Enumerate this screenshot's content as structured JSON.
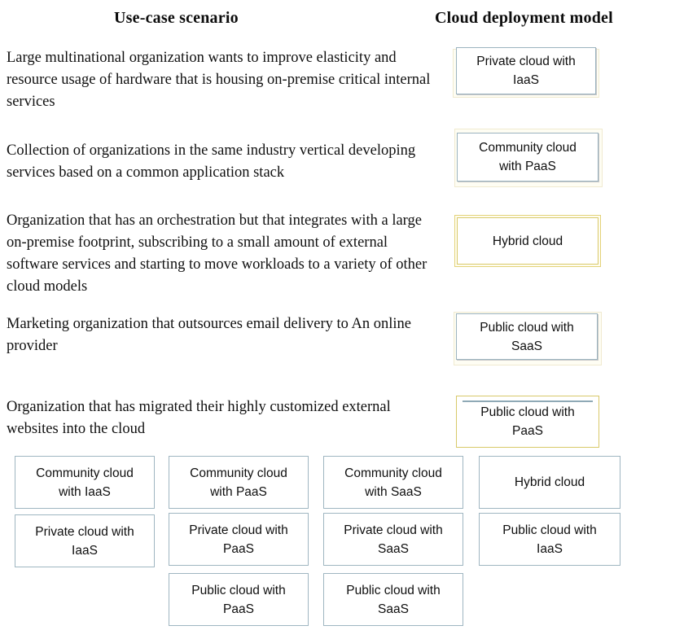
{
  "headers": {
    "left": "Use-case scenario",
    "right": "Cloud deployment model"
  },
  "pairs": [
    {
      "scenario": "Large multinational organization wants to improve elasticity and resource usage of hardware that is housing on-premise critical internal services",
      "answer_line1": "Private cloud with",
      "answer_line2": "IaaS",
      "answer_full": "Private cloud with IaaS"
    },
    {
      "scenario": "Collection of organizations in the same industry vertical developing services based on a common application stack",
      "answer_line1": "Community cloud",
      "answer_line2": "with PaaS",
      "answer_full": "Community cloud with PaaS"
    },
    {
      "scenario": "Organization that has an orchestration but that integrates with a large on-premise footprint, subscribing to a small amount of external software services and starting to move workloads to a variety of other cloud models",
      "answer_line1": "Hybrid cloud",
      "answer_line2": "",
      "answer_full": "Hybrid cloud"
    },
    {
      "scenario": "Marketing organization that outsources email delivery to An online provider",
      "answer_line1": "Public cloud with",
      "answer_line2": "SaaS",
      "answer_full": "Public cloud with SaaS"
    },
    {
      "scenario": "Organization that has migrated their highly customized external websites into the cloud",
      "answer_line1": "Public cloud with",
      "answer_line2": "PaaS",
      "answer_full": "Public cloud with PaaS"
    }
  ],
  "option_bank": [
    {
      "line1": "Community cloud",
      "line2": "with IaaS",
      "full": "Community cloud with IaaS"
    },
    {
      "line1": "Community cloud",
      "line2": "with PaaS",
      "full": "Community cloud with PaaS"
    },
    {
      "line1": "Community cloud",
      "line2": "with SaaS",
      "full": "Community cloud with SaaS"
    },
    {
      "line1": "Hybrid cloud",
      "line2": "",
      "full": "Hybrid cloud"
    },
    {
      "line1": "Private cloud with",
      "line2": "IaaS",
      "full": "Private cloud with IaaS"
    },
    {
      "line1": "Private cloud with",
      "line2": "PaaS",
      "full": "Private cloud with PaaS"
    },
    {
      "line1": "Private cloud with",
      "line2": "SaaS",
      "full": "Private cloud with SaaS"
    },
    {
      "line1": "Public cloud with",
      "line2": "IaaS",
      "full": "Public cloud with IaaS"
    },
    {
      "line1": "Public cloud with",
      "line2": "PaaS",
      "full": "Public cloud with PaaS"
    },
    {
      "line1": "Public cloud with",
      "line2": "SaaS",
      "full": "Public cloud with SaaS"
    }
  ],
  "colors": {
    "box_border_blue": "#9fb6c1",
    "box_border_gold": "#d8c96a",
    "halo_gold": "#fcfbe8",
    "text": "#0f0f0f",
    "background": "#ffffff"
  }
}
